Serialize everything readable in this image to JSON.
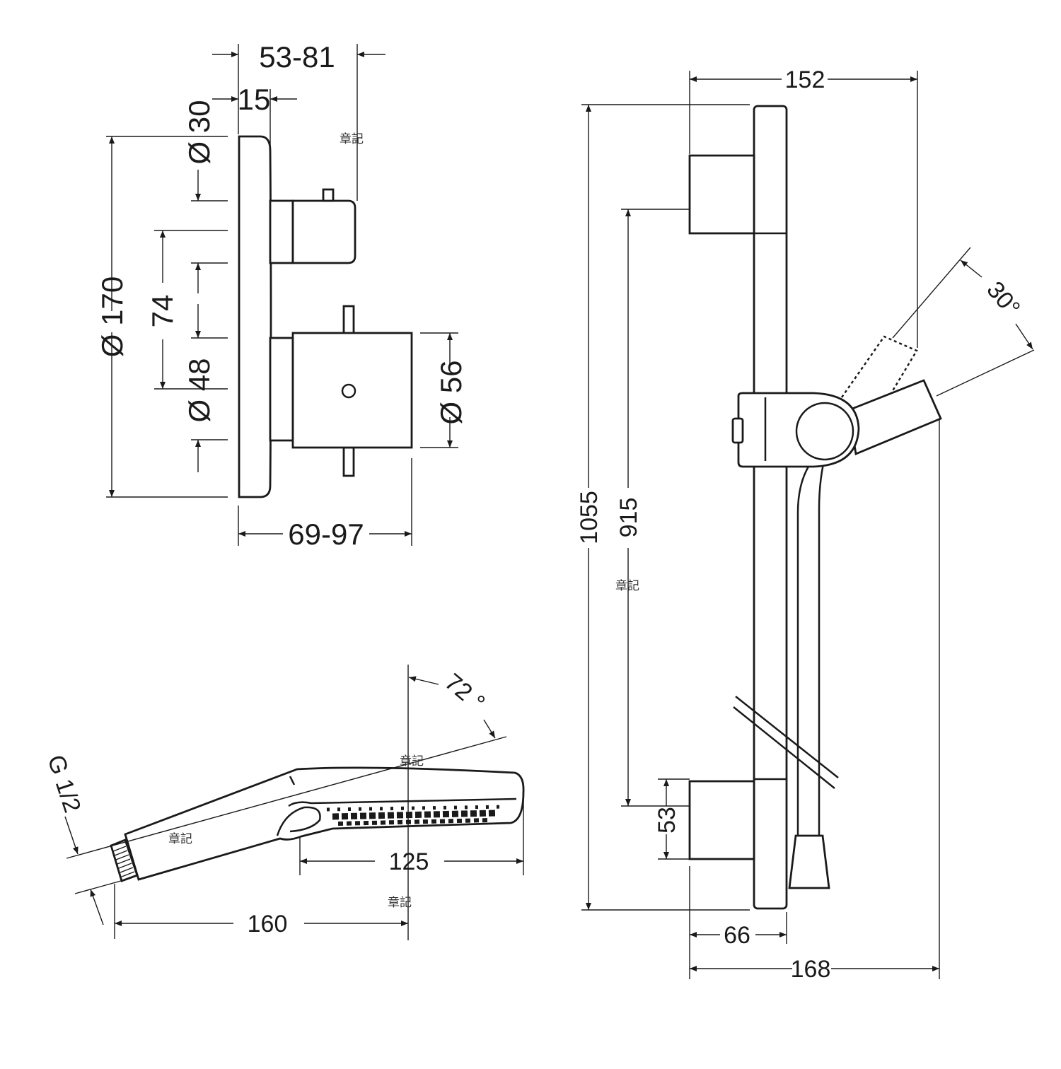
{
  "thermostat": {
    "dim_depth": "53-81",
    "dim_rosette_gap": "15",
    "dim_knob_diameter": "Ø 30",
    "dim_rosette_diameter": "Ø 170",
    "dim_spacing": "74",
    "dim_stem_diameter": "Ø 48",
    "dim_handle_diameter": "Ø 56",
    "dim_handle_depth": "69-97"
  },
  "rail": {
    "dim_top_width": "152",
    "dim_total_height": "1055",
    "dim_bracket_spacing": "915",
    "dim_bracket_height": "53",
    "dim_wall_offset": "66",
    "dim_total_depth": "168",
    "dim_tilt_angle": "30°"
  },
  "handshower": {
    "dim_thread": "G 1/2",
    "dim_angle": "72 °",
    "dim_head_length": "125",
    "dim_total_length": "160"
  },
  "watermarks": [
    "章記",
    "章記",
    "章記",
    "章記",
    "章記"
  ]
}
